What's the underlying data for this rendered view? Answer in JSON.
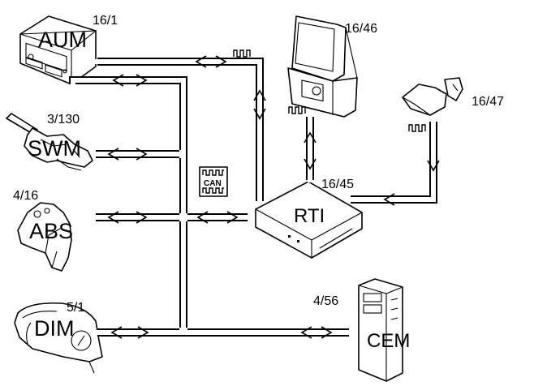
{
  "labels": {
    "aum_name": "AUM",
    "aum_code": "16/1",
    "swm_name": "SWM",
    "swm_code": "3/130",
    "abs_name": "ABS",
    "abs_code": "4/16",
    "dim_name": "DIM",
    "dim_code": "5/1",
    "display_code": "16/46",
    "antenna_code": "16/47",
    "rti_name": "RTI",
    "rti_code": "16/45",
    "cem_name": "CEM",
    "cem_code": "4/56",
    "can_badge": "CAN"
  }
}
